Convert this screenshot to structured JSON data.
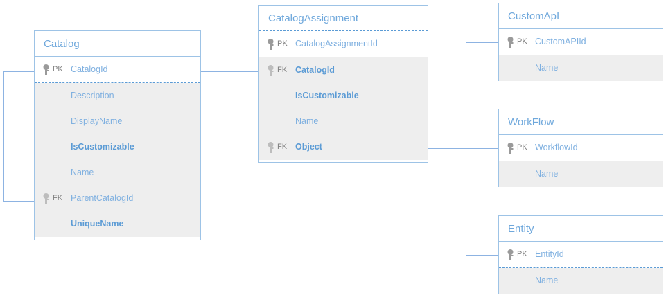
{
  "diagram": {
    "type": "entity-relationship-diagram",
    "colors": {
      "border": "#9dc3e6",
      "title_text": "#6fa8dc",
      "field_text": "#7fb0e0",
      "field_text_bold": "#5b9bd5",
      "attr_section_bg": "#eeeeee",
      "pk_section_bg": "#ffffff",
      "connector": "#8db3e2",
      "key_icon": "#808080"
    },
    "tables": [
      {
        "id": "catalog",
        "name": "Catalog",
        "pk_fields": [
          {
            "key": "PK",
            "label": "CatalogId",
            "bold": false
          }
        ],
        "attr_fields": [
          {
            "key": "",
            "label": "Description",
            "bold": false
          },
          {
            "key": "",
            "label": "DisplayName",
            "bold": false
          },
          {
            "key": "",
            "label": "IsCustomizable",
            "bold": true
          },
          {
            "key": "",
            "label": "Name",
            "bold": false
          },
          {
            "key": "FK",
            "label": "ParentCatalogId",
            "bold": false
          },
          {
            "key": "",
            "label": "UniqueName",
            "bold": true
          }
        ]
      },
      {
        "id": "catalogassignment",
        "name": "CatalogAssignment",
        "pk_fields": [
          {
            "key": "PK",
            "label": "CatalogAssignmentId",
            "bold": false
          }
        ],
        "attr_fields": [
          {
            "key": "FK",
            "label": "CatalogId",
            "bold": true
          },
          {
            "key": "",
            "label": "IsCustomizable",
            "bold": true
          },
          {
            "key": "",
            "label": "Name",
            "bold": false
          },
          {
            "key": "FK",
            "label": "Object",
            "bold": true
          }
        ]
      },
      {
        "id": "customapi",
        "name": "CustomApI",
        "pk_fields": [
          {
            "key": "PK",
            "label": "CustomAPIId",
            "bold": false
          }
        ],
        "attr_fields": [
          {
            "key": "",
            "label": "Name",
            "bold": false
          }
        ]
      },
      {
        "id": "workflow",
        "name": "WorkFlow",
        "pk_fields": [
          {
            "key": "PK",
            "label": "WorkflowId",
            "bold": false
          }
        ],
        "attr_fields": [
          {
            "key": "",
            "label": "Name",
            "bold": false
          }
        ]
      },
      {
        "id": "entity",
        "name": "Entity",
        "pk_fields": [
          {
            "key": "PK",
            "label": "EntityId",
            "bold": false
          }
        ],
        "attr_fields": [
          {
            "key": "",
            "label": "Name",
            "bold": false
          }
        ]
      }
    ],
    "relationships": [
      {
        "from": "catalog.CatalogId",
        "to": "catalog.ParentCatalogId",
        "style": "self-reference-loop-left"
      },
      {
        "from": "catalog.CatalogId",
        "to": "catalogassignment.CatalogId",
        "style": "straight-horizontal"
      },
      {
        "from": "catalogassignment.Object",
        "to": "customapi.CustomAPIId",
        "style": "branch-up"
      },
      {
        "from": "catalogassignment.Object",
        "to": "workflow.WorkflowId",
        "style": "straight-horizontal"
      },
      {
        "from": "catalogassignment.Object",
        "to": "entity.EntityId",
        "style": "branch-down"
      }
    ]
  }
}
